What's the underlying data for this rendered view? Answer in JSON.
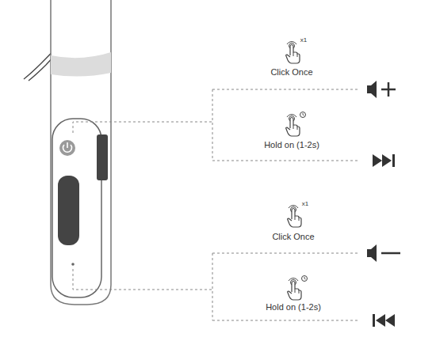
{
  "diagram": {
    "labels": [
      "x1",
      "Click Once",
      "Hold on (1-2s)",
      "x1",
      "Click Once",
      "Hold on (1-2s)"
    ]
  }
}
